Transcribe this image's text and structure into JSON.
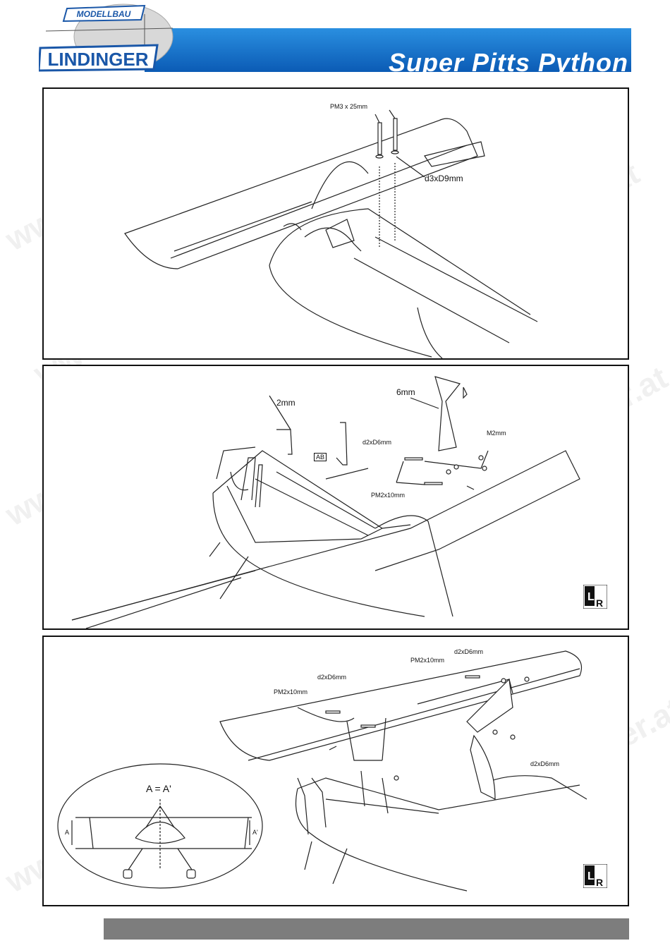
{
  "header": {
    "brand_top": "MODELLBAU",
    "brand_main": "LINDINGER",
    "title": "Super Pitts Python"
  },
  "watermark": "www.lindinger.at",
  "panel1": {
    "screw_label": "PM3 x 25mm",
    "washer_label": "d3xD9mm"
  },
  "panel2": {
    "label_2mm": "2mm",
    "label_6mm": "6mm",
    "label_ab": "AB",
    "label_washer": "d2xD6mm",
    "label_nut": "M2mm",
    "label_screw": "PM2x10mm",
    "lr_l": "L",
    "lr_r": "R"
  },
  "panel3": {
    "label_screw_a": "PM2x10mm",
    "label_washer_a": "d2xD6mm",
    "label_screw_b": "PM2x10mm",
    "label_washer_b": "d2xD6mm",
    "label_washer_c": "d2xD6mm",
    "inset_title": "A = A'",
    "inset_a": "A",
    "inset_a_prime": "A'",
    "lr_l": "L",
    "lr_r": "R"
  }
}
